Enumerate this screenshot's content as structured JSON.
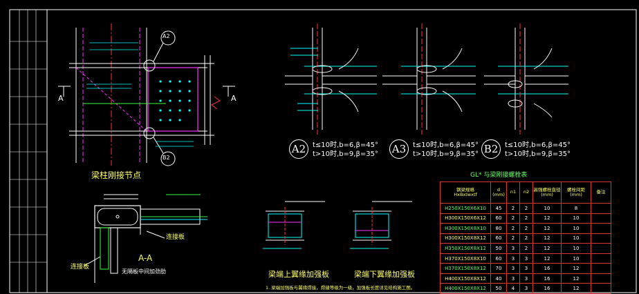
{
  "main_detail": {
    "title": "梁柱刚接节点",
    "section_mark": "A",
    "callout_top": "A2",
    "callout_bottom": "B2"
  },
  "section_aa": {
    "title": "A-A",
    "subtitle": "无隔板中间加劲肋",
    "label_connection_plate": "连接板",
    "label_stiffener": "连接板"
  },
  "weld_details": [
    {
      "id": "A2",
      "line1": "t≤10时,b=6,β=45°",
      "line2": "t>10时,b=9,β=35°"
    },
    {
      "id": "A3",
      "line1": "t≤10时,b=6,β=45°",
      "line2": "t>10时,b=9,β=35°"
    },
    {
      "id": "B2",
      "line1": "t≤10时,b=6,β=45°",
      "line2": "t>10时,b=9,β=35°"
    }
  ],
  "stiffener_details": [
    {
      "title": "梁端上翼缘加强板"
    },
    {
      "title": "梁端下翼缘加强板"
    }
  ],
  "footnote": "1. 梁端加强板与翼缘焊接，焊缝等级为一级，加强板长度详见结构施工图。",
  "table": {
    "title": "GL* 与梁刚接螺栓表",
    "headers": [
      "钢梁规格\nHxBxtwxtf",
      "d\n(mm)",
      "n1",
      "n2",
      "高强螺栓直径\n(mm)",
      "螺栓间距\n(mm)",
      "备注"
    ],
    "rows": [
      [
        "H250X150X6X10",
        "45",
        "2",
        "2",
        "10",
        "8",
        ""
      ],
      [
        "H300X150X6X12",
        "60",
        "2",
        "2",
        "12",
        "10",
        ""
      ],
      [
        "H300X150X8X10",
        "80",
        "2",
        "2",
        "12",
        "10",
        ""
      ],
      [
        "H300X150X8X12",
        "60",
        "2",
        "2",
        "12",
        "10",
        ""
      ],
      [
        "H350X150X8X12",
        "50",
        "3",
        "2",
        "12",
        "10",
        ""
      ],
      [
        "H370X150X8X10",
        "60",
        "3",
        "3",
        "12",
        "10",
        ""
      ],
      [
        "H370X150X8X12",
        "70",
        "3",
        "3",
        "16",
        "12",
        ""
      ],
      [
        "H400X150X8X12",
        "40",
        "3",
        "3",
        "16",
        "12",
        ""
      ],
      [
        "H400X150X8X12",
        "50",
        "4",
        "3",
        "16",
        "12",
        ""
      ]
    ]
  },
  "colors": {
    "line": "#ffffff",
    "title": "#ffff66",
    "dim": "#00ffff",
    "hatch": "#ff3333",
    "green": "#33ff33",
    "magenta": "#ff33ff"
  }
}
